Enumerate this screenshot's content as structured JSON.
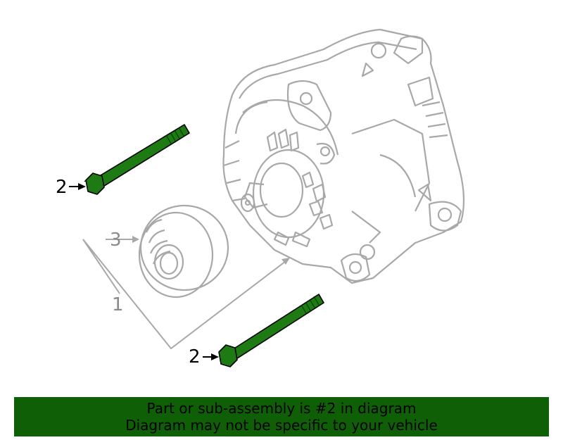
{
  "callouts": {
    "bolt_top": "2",
    "bolt_bottom": "2",
    "pulley": "3",
    "assembly": "1"
  },
  "banner": {
    "line1": "Part or sub-assembly is #2 in diagram",
    "line2": "Diagram may not be specific to your vehicle"
  },
  "colors": {
    "highlight": "#1e7a12",
    "banner_bg": "#0f5f07",
    "line_art": "#a8a8a8"
  }
}
